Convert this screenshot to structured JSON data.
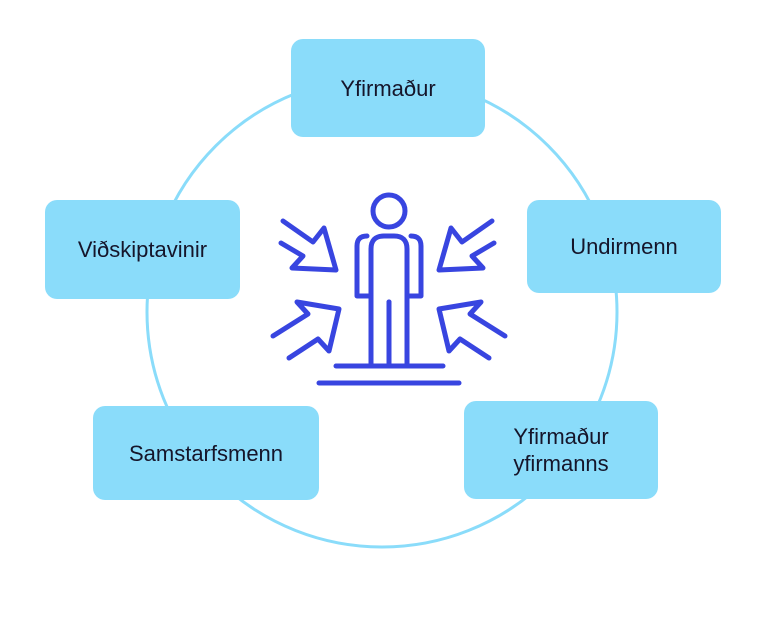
{
  "colors": {
    "node_fill": "#8adcfa",
    "ring_stroke": "#8adcfa",
    "icon_stroke": "#3845e0",
    "text": "#15152a"
  },
  "center_icon": "person-surrounded-by-inward-arrows-icon",
  "nodes": {
    "top": "Yfirmaður",
    "right": "Undirmenn",
    "left": "Viðskiptavinir",
    "bottom_left": "Samstarfsmenn",
    "bottom_right_line1": "Yfirmaður",
    "bottom_right_line2": "yfirmanns"
  }
}
